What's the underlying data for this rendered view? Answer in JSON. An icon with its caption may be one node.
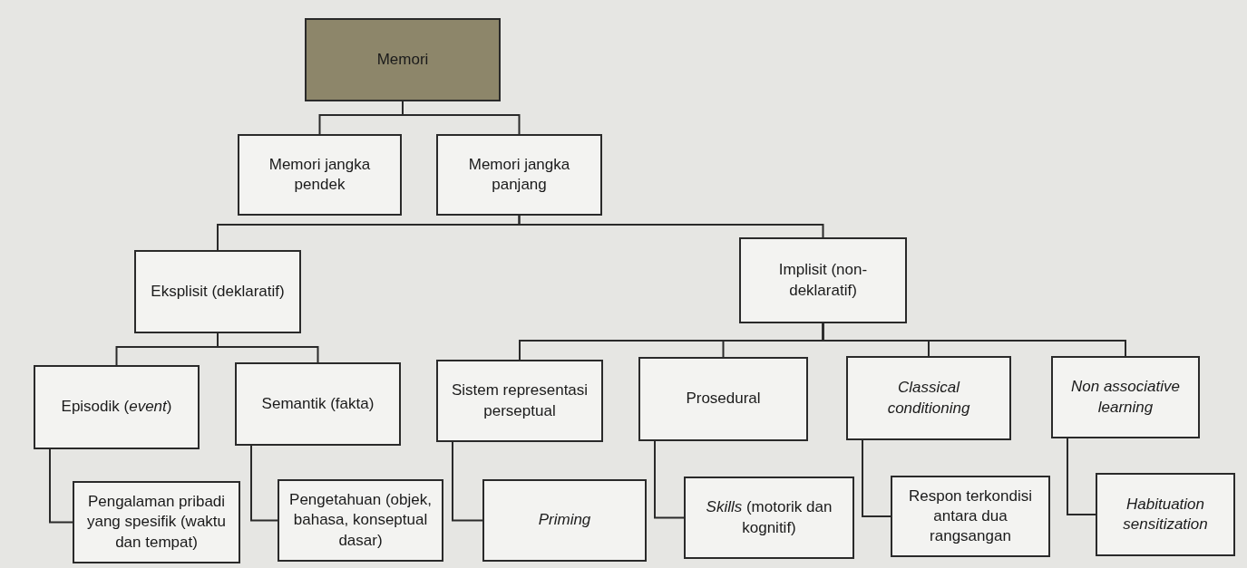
{
  "diagram": {
    "nodes": [
      {
        "text": [
          "Memori"
        ]
      },
      {
        "text": [
          "Memori jangka pendek"
        ]
      },
      {
        "text": [
          "Memori jangka panjang"
        ]
      },
      {
        "text": [
          "Eksplisit (deklaratif)"
        ]
      },
      {
        "text": [
          "Implisit (non-deklaratif)"
        ]
      },
      {
        "text": [
          "Episodik (*event*)"
        ]
      },
      {
        "text": [
          "Semantik (fakta)"
        ]
      },
      {
        "text": [
          "Sistem representasi perseptual"
        ]
      },
      {
        "text": [
          "Prosedural"
        ]
      },
      {
        "text": [
          "Classical conditioning"
        ]
      },
      {
        "text": [
          "Non associative learning"
        ]
      },
      {
        "text": [
          "Pengalaman pribadi yang spesifik (waktu dan tempat)"
        ]
      },
      {
        "text": [
          "Pengetahuan (objek, bahasa, konseptual dasar)"
        ]
      },
      {
        "text": [
          "Priming"
        ]
      },
      {
        "text": [
          "*Skills* (motorik dan kognitif)"
        ]
      },
      {
        "text": [
          "Respon terkondisi antara dua rangsangan"
        ]
      },
      {
        "text": [
          "Habituation sensitization"
        ]
      }
    ],
    "edges": [
      {
        "from": 0,
        "to": 1,
        "arrow": "none"
      },
      {
        "from": 0,
        "to": 2,
        "arrow": "none"
      },
      {
        "from": 2,
        "to": 3,
        "arrow": "none"
      },
      {
        "from": 2,
        "to": 4,
        "arrow": "none"
      },
      {
        "from": 3,
        "to": 5,
        "arrow": "none"
      },
      {
        "from": 3,
        "to": 6,
        "arrow": "none"
      },
      {
        "from": 4,
        "to": 7,
        "arrow": "none"
      },
      {
        "from": 4,
        "to": 8,
        "arrow": "none"
      },
      {
        "from": 4,
        "to": 9,
        "arrow": "none"
      },
      {
        "from": 4,
        "to": 10,
        "arrow": "none"
      },
      {
        "from": 5,
        "to": 11,
        "arrow": "none"
      },
      {
        "from": 6,
        "to": 12,
        "arrow": "none"
      },
      {
        "from": 7,
        "to": 13,
        "arrow": "none"
      },
      {
        "from": 8,
        "to": 14,
        "arrow": "none"
      },
      {
        "from": 9,
        "to": 15,
        "arrow": "none"
      },
      {
        "from": 10,
        "to": 16,
        "arrow": "none"
      }
    ]
  }
}
